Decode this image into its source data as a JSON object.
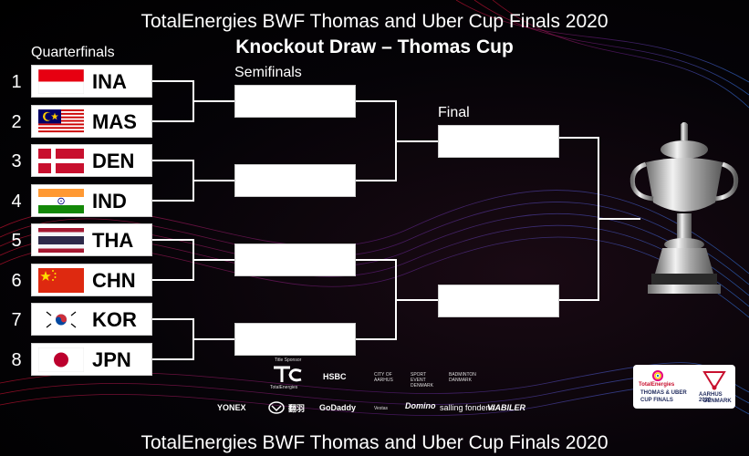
{
  "header": {
    "title": "TotalEnergies BWF Thomas and Uber Cup Finals 2020",
    "subtitle": "Knockout Draw – Thomas Cup"
  },
  "rounds": {
    "quarterfinals": "Quarterfinals",
    "semifinals": "Semifinals",
    "final": "Final"
  },
  "teams": [
    {
      "seed": "1",
      "code": "INA",
      "flag": "indonesia-flag"
    },
    {
      "seed": "2",
      "code": "MAS",
      "flag": "malaysia-flag"
    },
    {
      "seed": "3",
      "code": "DEN",
      "flag": "denmark-flag"
    },
    {
      "seed": "4",
      "code": "IND",
      "flag": "india-flag"
    },
    {
      "seed": "5",
      "code": "THA",
      "flag": "thailand-flag"
    },
    {
      "seed": "6",
      "code": "CHN",
      "flag": "china-flag"
    },
    {
      "seed": "7",
      "code": "KOR",
      "flag": "korea-flag"
    },
    {
      "seed": "8",
      "code": "JPN",
      "flag": "japan-flag"
    }
  ],
  "sponsors": {
    "title_sponsor_caption": "Title Sponsor",
    "title_sponsor": "TotalEnergies",
    "hsbc": "HSBC",
    "city": "CITY OF AARHUS",
    "sport_event": "SPORT EVENT DENMARK",
    "badminton": "BADMINTON DANMARK",
    "yonex": "YONEX",
    "victor": "",
    "chinese": "翻羽",
    "godaddy": "GoDaddy",
    "vestas": "Vestas",
    "domino": "Domino",
    "salling": "salling fondene",
    "viabiler": "VIABILER"
  },
  "host_logo": {
    "brand": "TotalEnergies",
    "line1": "THOMAS & UBER",
    "line2": "CUP FINALS",
    "line3": "AARHUS 2020",
    "line4": "DENMARK"
  },
  "footer": {
    "title": "TotalEnergies BWF Thomas and Uber Cup Finals 2020"
  },
  "colors": {
    "background": "#000000",
    "bracket_line": "#ffffff",
    "wave_red": "#c8102e",
    "wave_blue": "#2f6fd6"
  }
}
